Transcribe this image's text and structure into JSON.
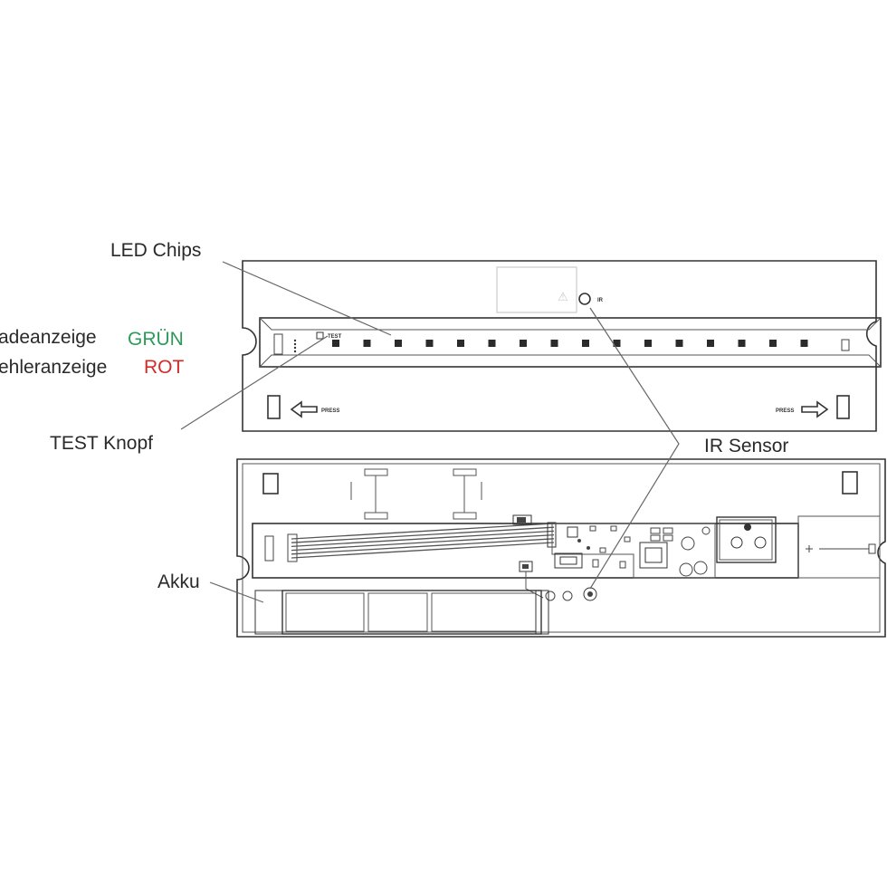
{
  "labels": {
    "led_chips": "LED Chips",
    "charge_indicator": "adeanzeige",
    "charge_color": "GRÜN",
    "fault_indicator": "ehleranzeige",
    "fault_color": "ROT",
    "test_button": "TEST Knopf",
    "ir_sensor": "IR Sensor",
    "battery": "Akku"
  },
  "device": {
    "ir_mark": "IR",
    "test_mark": "TEST",
    "arrow_mark_left": "PRESS",
    "arrow_mark_right": "PRESS",
    "warning_symbol": "⚠"
  },
  "colors": {
    "green": "#2e9a5a",
    "red": "#d32a2a",
    "text": "#2a2a2a",
    "line": "#333333"
  }
}
